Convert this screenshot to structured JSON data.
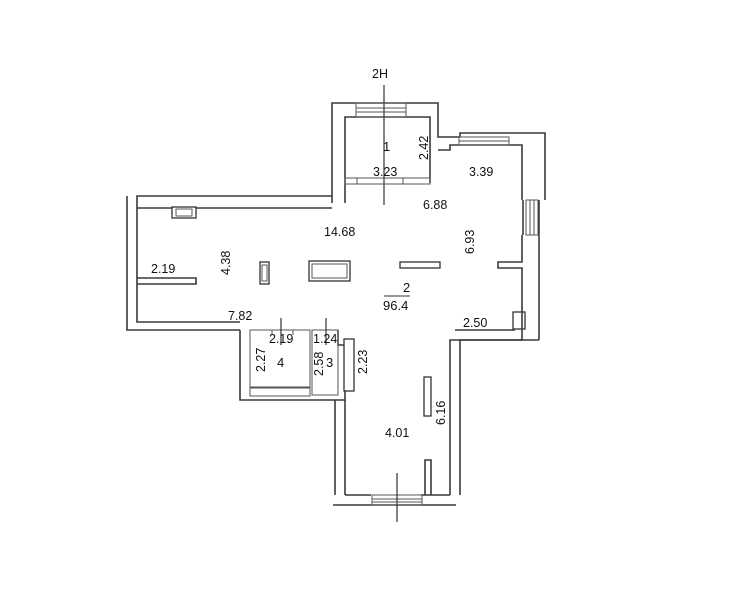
{
  "plan": {
    "axis_label": "2H",
    "rooms": [
      {
        "number": "1"
      },
      {
        "number": "2",
        "area": "96.4"
      },
      {
        "number": "3"
      },
      {
        "number": "4"
      }
    ],
    "dimensions": {
      "room1_height": "2.42",
      "room1_width": "3.23",
      "upper_right_width": "3.39",
      "top_center": "6.88",
      "right_height": "6.93",
      "main_width": "14.68",
      "left_height": "4.38",
      "left_width": "2.19",
      "lower_left_width": "7.82",
      "room4_width": "2.19",
      "room4_height": "2.27",
      "room3_width": "1.24",
      "room3_height": "2.58",
      "closet_height": "2.23",
      "right_lower_width": "2.50",
      "south_height": "6.16",
      "south_width": "4.01"
    }
  }
}
